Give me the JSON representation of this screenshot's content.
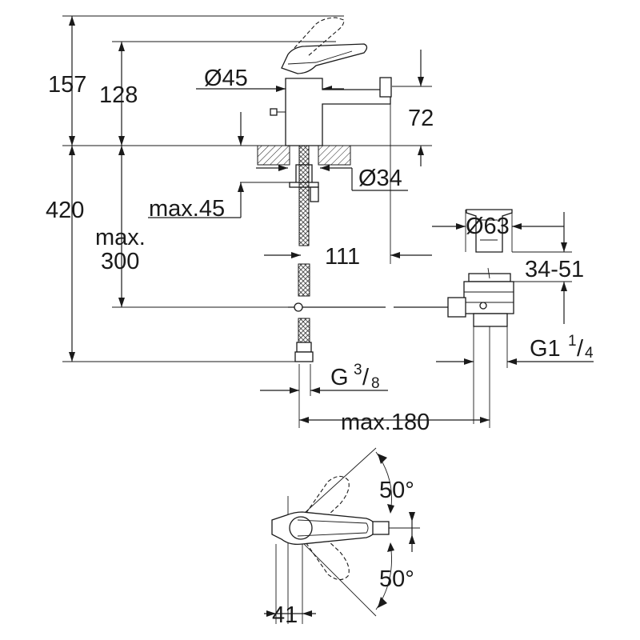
{
  "dimensions": {
    "total_height": "157",
    "spout_height": "128",
    "body_diameter": "Ø45",
    "spout_outlet_height": "72",
    "hole_diameter": "Ø34",
    "max_deck_thickness": "max.45",
    "overall_below_deck": "420",
    "max_hose_length_line1": "max.",
    "max_hose_length_line2": "300",
    "spout_reach": "111",
    "waste_diameter": "Ø63",
    "basin_thickness_range": "34-51",
    "waste_thread_main": "G1",
    "waste_thread_num": "1",
    "waste_thread_den": "4",
    "supply_thread_main": "G",
    "supply_thread_num": "3",
    "supply_thread_den": "8",
    "max_waste_offset": "max.180",
    "lever_angle_back": "50°",
    "lever_angle_front": "50°",
    "lever_offset": "41"
  }
}
